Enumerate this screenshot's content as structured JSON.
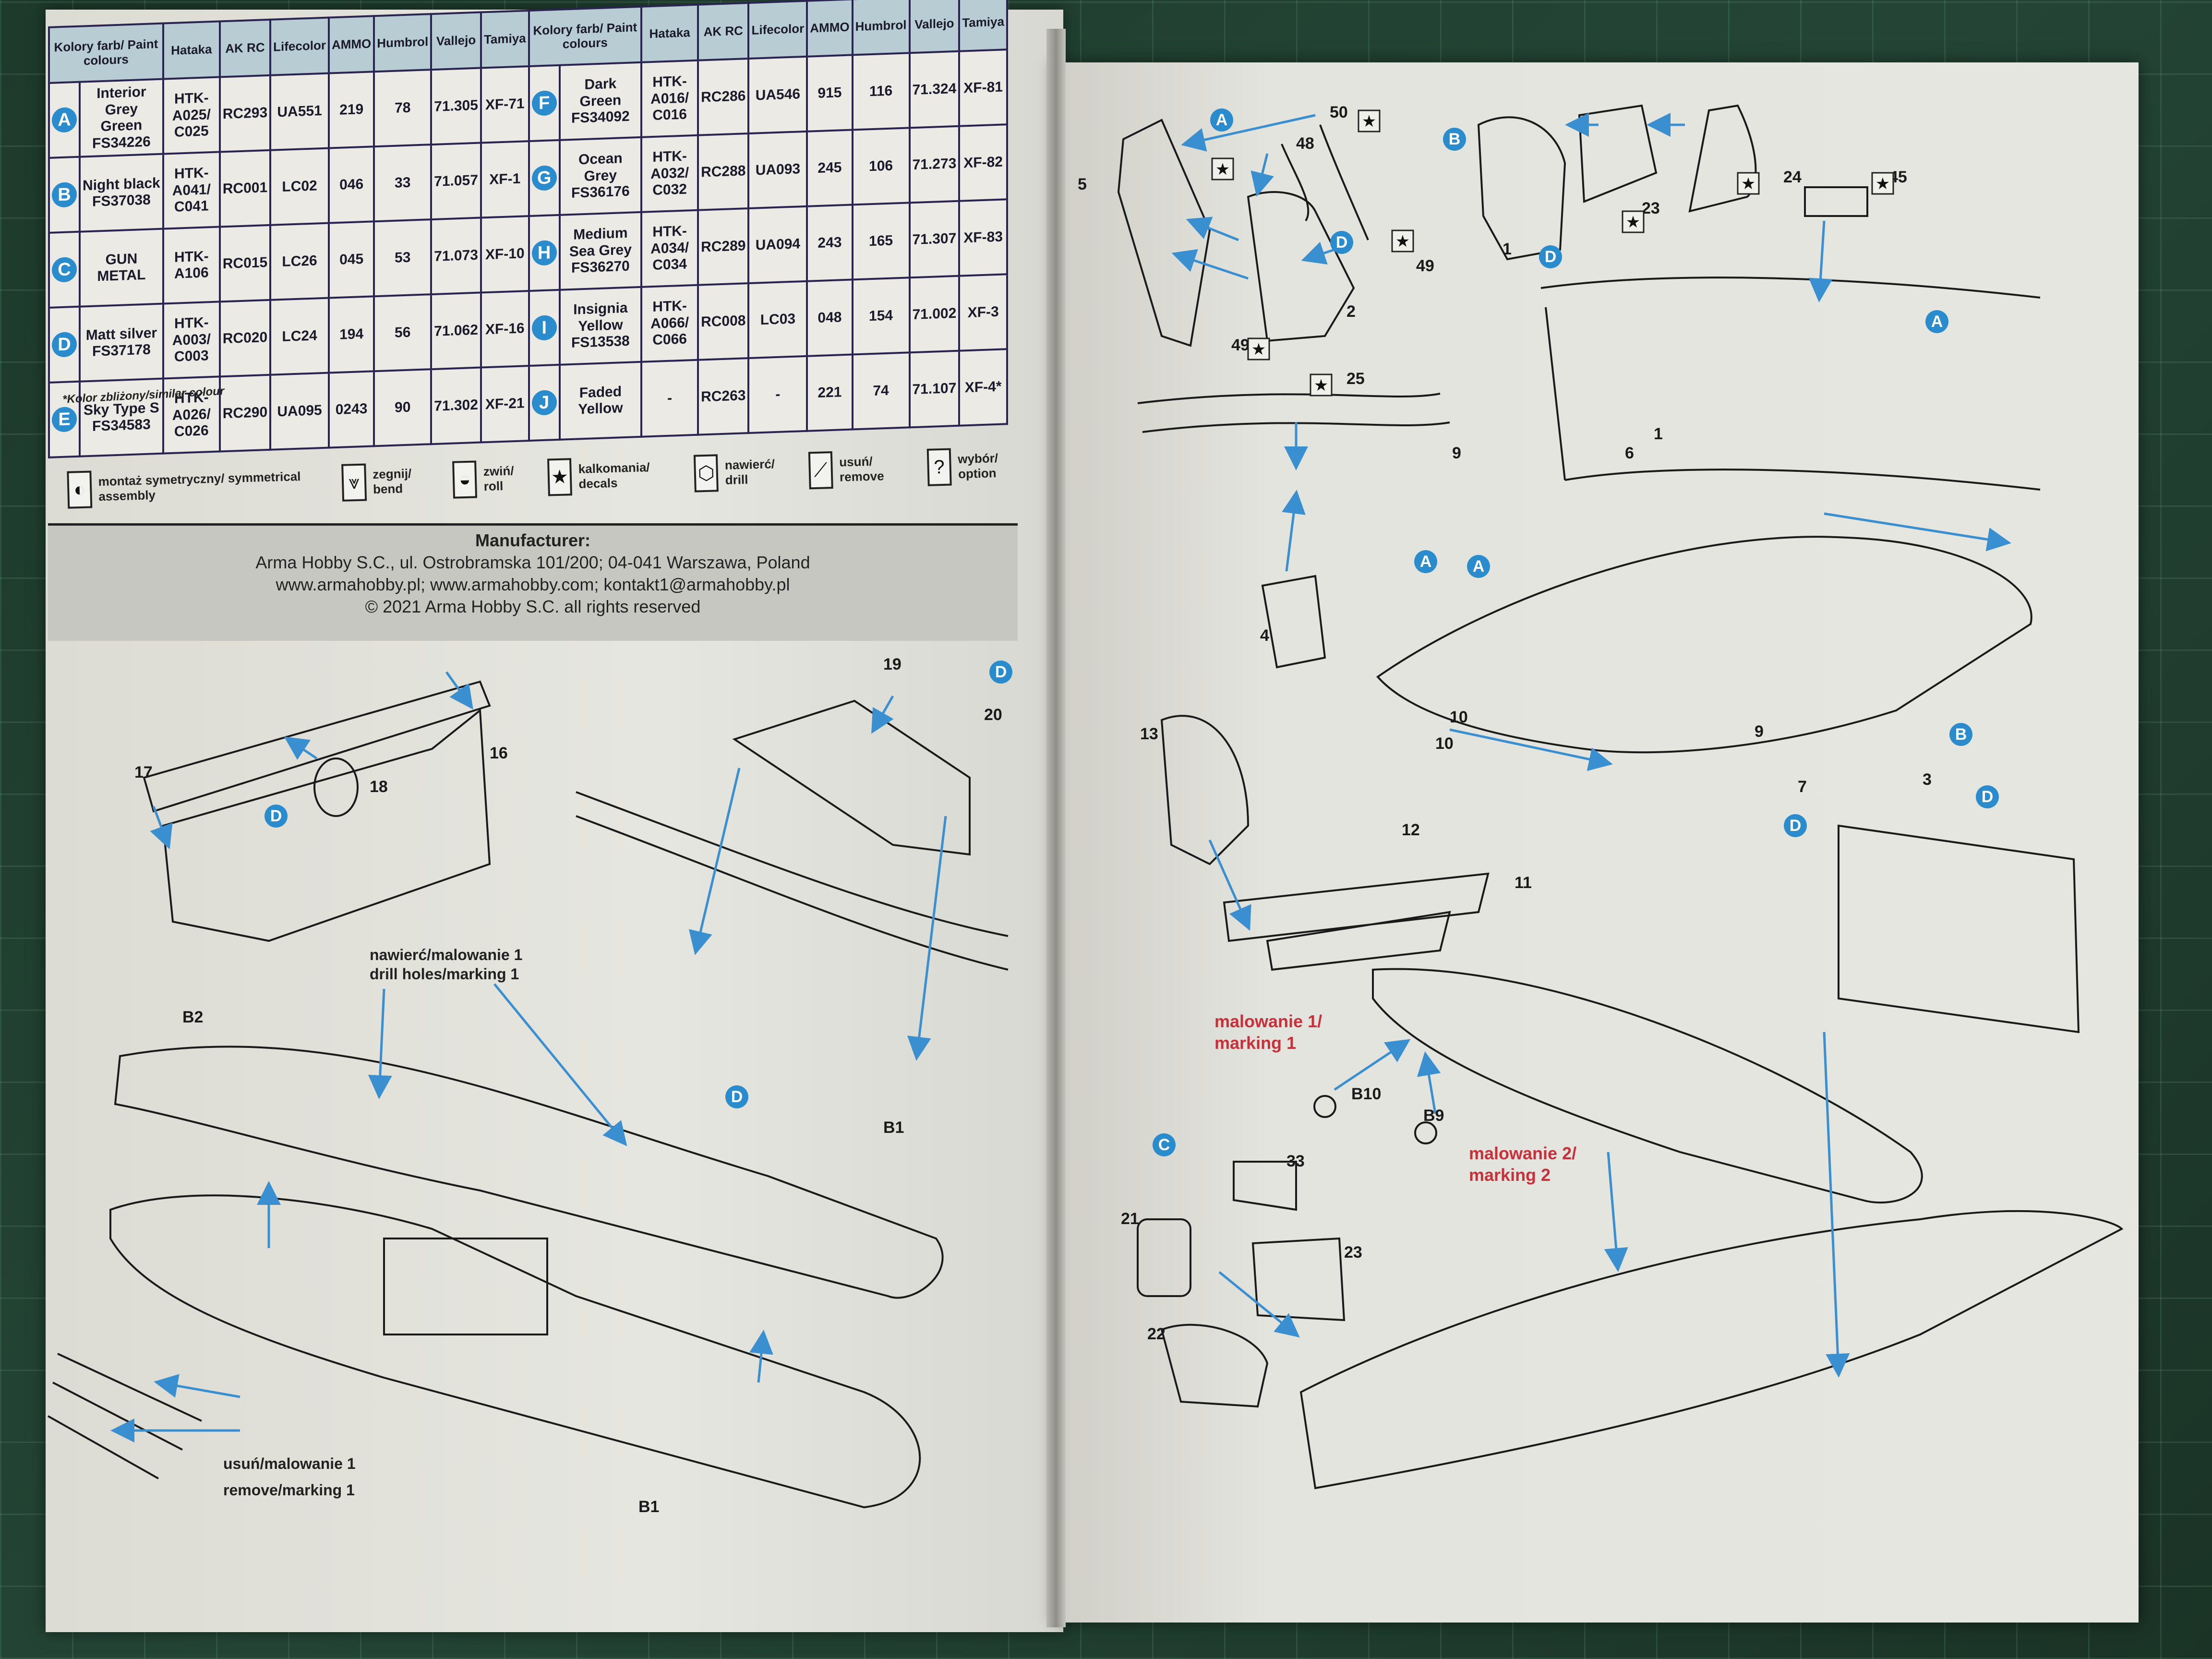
{
  "paint_table": {
    "headers": [
      "Kolory farb/ Paint colours",
      "Hataka",
      "AK RC",
      "Lifecolor",
      "AMMO",
      "Humbrol",
      "Vallejo",
      "Tamiya"
    ],
    "rows": [
      {
        "letter": "A",
        "name": "Interior Grey Green FS34226",
        "hataka": "HTK-A025/ C025",
        "akrc": "RC293",
        "lifecolor": "UA551",
        "ammo": "219",
        "humbrol": "78",
        "vallejo": "71.305",
        "tamiya": "XF-71"
      },
      {
        "letter": "B",
        "name": "Night black FS37038",
        "hataka": "HTK-A041/ C041",
        "akrc": "RC001",
        "lifecolor": "LC02",
        "ammo": "046",
        "humbrol": "33",
        "vallejo": "71.057",
        "tamiya": "XF-1"
      },
      {
        "letter": "C",
        "name": "GUN METAL",
        "hataka": "HTK-A106",
        "akrc": "RC015",
        "lifecolor": "LC26",
        "ammo": "045",
        "humbrol": "53",
        "vallejo": "71.073",
        "tamiya": "XF-10"
      },
      {
        "letter": "D",
        "name": "Matt silver FS37178",
        "hataka": "HTK-A003/ C003",
        "akrc": "RC020",
        "lifecolor": "LC24",
        "ammo": "194",
        "humbrol": "56",
        "vallejo": "71.062",
        "tamiya": "XF-16"
      },
      {
        "letter": "E",
        "name": "Sky Type S FS34583",
        "hataka": "HTK-A026/ C026",
        "akrc": "RC290",
        "lifecolor": "UA095",
        "ammo": "0243",
        "humbrol": "90",
        "vallejo": "71.302",
        "tamiya": "XF-21"
      },
      {
        "letter": "F",
        "name": "Dark Green FS34092",
        "hataka": "HTK-A016/ C016",
        "akrc": "RC286",
        "lifecolor": "UA546",
        "ammo": "915",
        "humbrol": "116",
        "vallejo": "71.324",
        "tamiya": "XF-81"
      },
      {
        "letter": "G",
        "name": "Ocean Grey FS36176",
        "hataka": "HTK-A032/ C032",
        "akrc": "RC288",
        "lifecolor": "UA093",
        "ammo": "245",
        "humbrol": "106",
        "vallejo": "71.273",
        "tamiya": "XF-82"
      },
      {
        "letter": "H",
        "name": "Medium Sea Grey FS36270",
        "hataka": "HTK-A034/ C034",
        "akrc": "RC289",
        "lifecolor": "UA094",
        "ammo": "243",
        "humbrol": "165",
        "vallejo": "71.307",
        "tamiya": "XF-83"
      },
      {
        "letter": "I",
        "name": "Insignia Yellow FS13538",
        "hataka": "HTK-A066/ C066",
        "akrc": "RC008",
        "lifecolor": "LC03",
        "ammo": "048",
        "humbrol": "154",
        "vallejo": "71.002",
        "tamiya": "XF-3"
      },
      {
        "letter": "J",
        "name": "Faded Yellow",
        "hataka": "-",
        "akrc": "RC263",
        "lifecolor": "-",
        "ammo": "221",
        "humbrol": "74",
        "vallejo": "71.107",
        "tamiya": "XF-4*"
      }
    ],
    "note": "*Kolor zbliżony/similar colour"
  },
  "legend": [
    {
      "icon": "symmetrical-assembly-icon",
      "glyph": "◐",
      "label": "montaż symetryczny/ symmetrical assembly"
    },
    {
      "icon": "bend-icon",
      "glyph": "⩔",
      "label": "zegnij/ bend"
    },
    {
      "icon": "roll-icon",
      "glyph": "◒",
      "label": "zwiń/ roll"
    },
    {
      "icon": "decals-star-icon",
      "glyph": "★",
      "label": "kalkomania/ decals"
    },
    {
      "icon": "drill-icon",
      "glyph": "⬡",
      "label": "nawierć/ drill"
    },
    {
      "icon": "remove-knife-icon",
      "glyph": "⟋",
      "label": "usuń/ remove"
    },
    {
      "icon": "option-question-icon",
      "glyph": "?",
      "label": "wybór/ option"
    }
  ],
  "manufacturer": {
    "title": "Manufacturer:",
    "address": "Arma Hobby S.C., ul. Ostrobramska 101/200; 04-041 Warszawa, Poland",
    "web": "www.armahobby.pl; www.armahobby.com; kontakt1@armahobby.pl",
    "copyright": "© 2021 Arma Hobby S.C. all rights reserved"
  },
  "left_diagrams": {
    "part_labels": [
      "17",
      "18",
      "16",
      "19",
      "20",
      "B2",
      "B1",
      "B1"
    ],
    "callouts": [
      "D",
      "D",
      "D"
    ],
    "drill_note": [
      "nawierć/malowanie 1",
      "drill holes/marking 1"
    ],
    "remove_note": [
      "usuń/malowanie 1",
      "remove/marking 1"
    ]
  },
  "right_diagrams": {
    "part_labels": [
      "5",
      "50",
      "48",
      "2",
      "49",
      "49",
      "25",
      "9",
      "4",
      "1",
      "24",
      "23",
      "45",
      "10",
      "6",
      "1",
      "10",
      "9",
      "13",
      "12",
      "11",
      "7",
      "3",
      "B10",
      "B9",
      "33",
      "21",
      "23",
      "22"
    ],
    "callouts": [
      "A",
      "D",
      "B",
      "D",
      "A",
      "A",
      "A",
      "B",
      "D",
      "D",
      "C"
    ],
    "marking_notes": [
      [
        "malowanie 1/",
        "marking 1"
      ],
      [
        "malowanie 2/",
        "marking 2"
      ]
    ]
  },
  "colors": {
    "callout": "#2a8ccc",
    "arrow": "#3a8fd0",
    "marking_red": "#c8303a",
    "table_header": "#b8ccd4"
  }
}
